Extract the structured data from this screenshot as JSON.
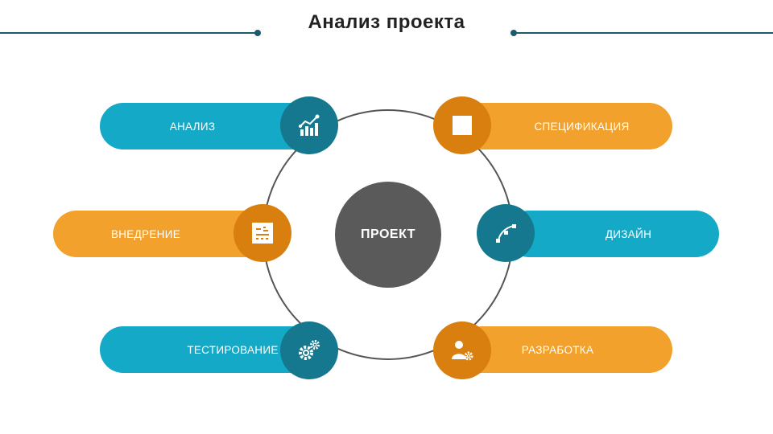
{
  "header": {
    "title": "Анализ проекта"
  },
  "colors": {
    "blue": "#14a9c6",
    "orange": "#f2a12c",
    "dark_blue": "#16788e",
    "dark_orange": "#d97f0f",
    "gray": "#5a5a5a"
  },
  "center": {
    "label": "ПРОЕКТ"
  },
  "stages": [
    {
      "label": "АНАЛИЗ",
      "icon": "chart-icon"
    },
    {
      "label": "СПЕЦИФИКАЦИЯ",
      "icon": "square-icon"
    },
    {
      "label": "ВНЕДРЕНИЕ",
      "icon": "layout-icon"
    },
    {
      "label": "ДИЗАЙН",
      "icon": "vector-icon"
    },
    {
      "label": "ТЕСТИРОВАНИЕ",
      "icon": "gears-icon"
    },
    {
      "label": "РАЗРАБОТКА",
      "icon": "user-gear-icon"
    }
  ]
}
